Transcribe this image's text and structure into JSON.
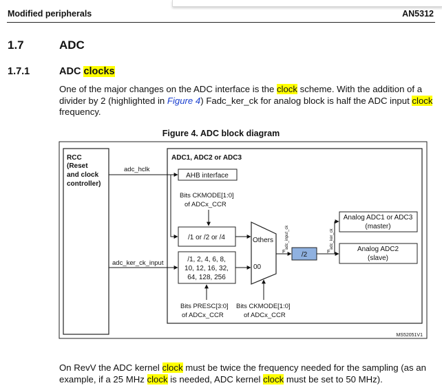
{
  "header": {
    "left": "Modified peripherals",
    "right": "AN5312"
  },
  "section": {
    "number": "1.7",
    "title": "ADC"
  },
  "subsection": {
    "number": "1.7.1",
    "title_plain": "ADC ",
    "title_highlight": "clocks"
  },
  "para1": {
    "s1": "One of the major changes on the ADC interface is the ",
    "h1": "clock",
    "s2": " scheme. With the addition of a divider by 2 (highlighted in ",
    "link": "Figure 4",
    "s3": ") Fadc_ker_ck for analog block is half the ADC input ",
    "h2": "clock",
    "s4": " frequency."
  },
  "figure": {
    "title": "Figure 4. ADC block diagram",
    "rcc_lines": [
      "RCC",
      "(Reset",
      "and clock",
      "controller)"
    ],
    "adc_block_title": "ADC1, ADC2 or ADC3",
    "adc_hclk": "adc_hclk",
    "ahb_interface": "AHB interface",
    "ckmode_top": [
      "Bits CKMODE[1:0]",
      "of ADCx_CCR"
    ],
    "div_124": "/1 or /2 or /4",
    "prescaler_lines": [
      "/1, 2, 4, 6, 8,",
      "10, 12, 16, 32,",
      "64, 128, 256"
    ],
    "adc_ker_ck_input": "adc_ker_ck_input",
    "mux_others": "Others",
    "mux_00": "00",
    "f_label": "F",
    "f_adc_input_ck": "adc_input_ck",
    "div2": "/2",
    "f_adc_ker_ck": "adc_ker_ck",
    "analog_master": [
      "Analog ADC1 or ADC3",
      "(master)"
    ],
    "analog_slave": [
      "Analog ADC2",
      "(slave)"
    ],
    "presc_bits": [
      "Bits PRESC[3:0]",
      "of ADCx_CCR"
    ],
    "ckmode_bottom": [
      "Bits CKMODE[1:0]",
      "of ADCx_CCR"
    ],
    "ref": "MS52051V1",
    "colors": {
      "div2_fill": "#8fb1e0"
    }
  },
  "para2": {
    "s1": "On RevV the ADC kernel ",
    "h1": "clock",
    "s2": " must be twice the frequency needed for the sampling (as an example, if a 25 MHz ",
    "h2": "clock",
    "s3": " is needed, ADC kernel ",
    "h3": "clock",
    "s4": " must be set to 50 MHz)."
  }
}
